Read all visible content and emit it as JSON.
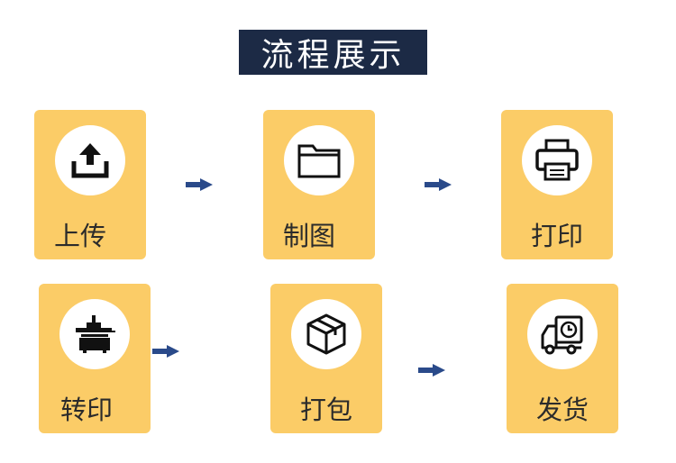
{
  "title": "流程展示",
  "steps": [
    {
      "label": "上传",
      "icon": "upload-icon"
    },
    {
      "label": "制图",
      "icon": "folder-icon"
    },
    {
      "label": "打印",
      "icon": "printer-icon"
    },
    {
      "label": "转印",
      "icon": "heat-press-icon"
    },
    {
      "label": "打包",
      "icon": "package-box-icon"
    },
    {
      "label": "发货",
      "icon": "delivery-truck-icon"
    }
  ],
  "colors": {
    "title_bg": "#1c2a45",
    "card_bg": "#fbcc67",
    "arrow": "#2a4a8a",
    "icon": "#111111"
  }
}
